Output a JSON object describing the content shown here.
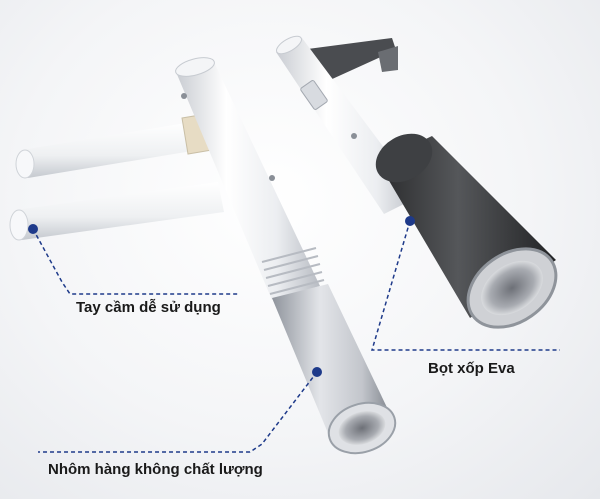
{
  "labels": {
    "handle": "Tay cầm dễ sử dụng",
    "foam": "Bọt xốp Eva",
    "aluminum": "Nhôm hàng không chất lượng"
  },
  "colors": {
    "marker_dot": "#1e3a8a",
    "callout_line": "#1e3a8a",
    "tube_white": "#f2f3f5",
    "foam_grip": "#3b3c3e",
    "aluminum_tube": "#c9cbd0"
  }
}
